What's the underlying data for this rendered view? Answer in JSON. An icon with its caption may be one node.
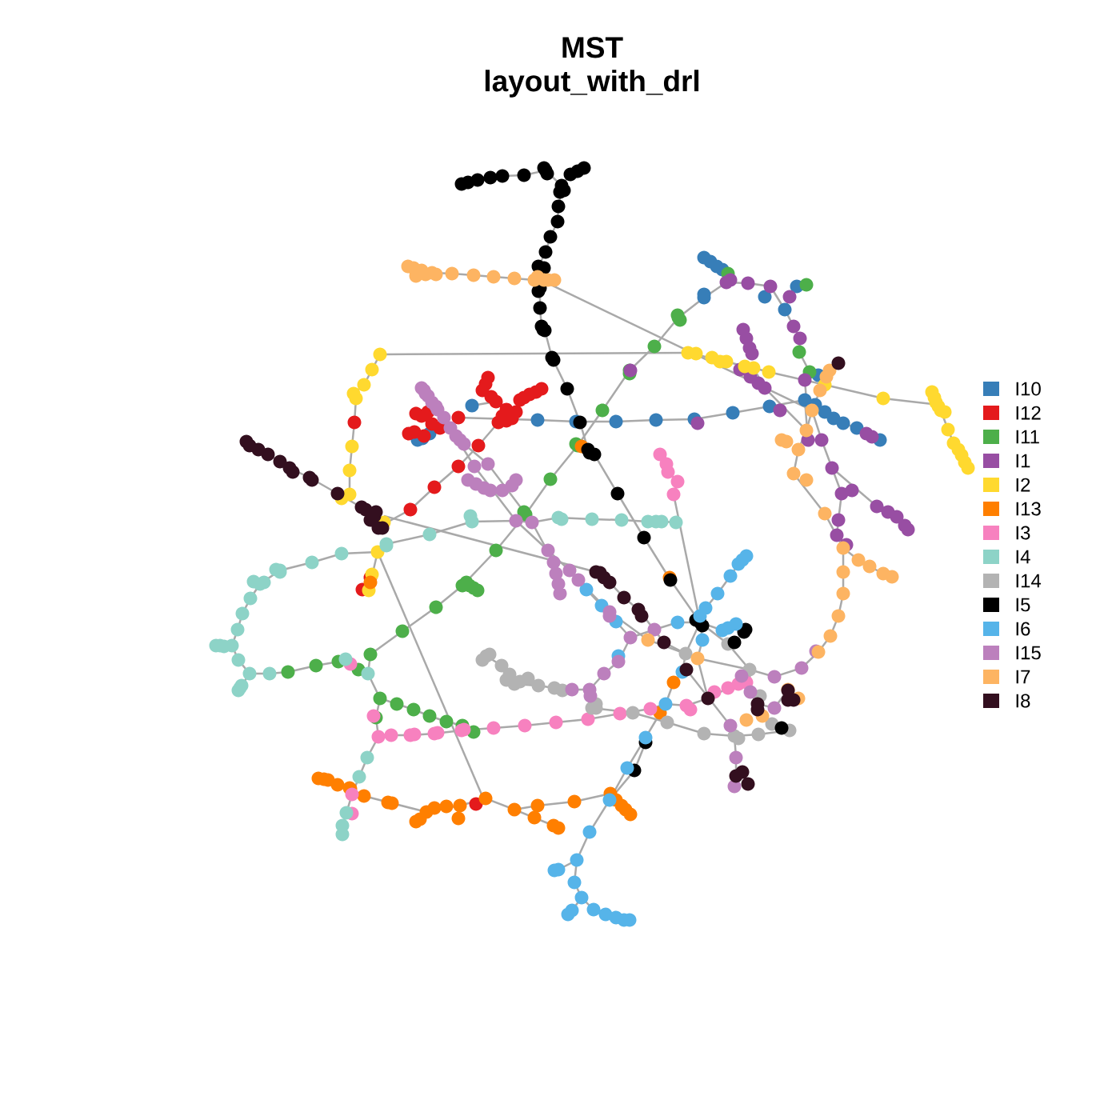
{
  "diagram": {
    "title": "MST layout_with_drl",
    "legend": [
      {
        "text": "I10",
        "color": "#377eb8"
      },
      {
        "text": "I12",
        "color": "#e41a1c"
      },
      {
        "text": "I11",
        "color": "#4daf4a"
      },
      {
        "text": "I1",
        "color": "#984ea3"
      },
      {
        "text": "I2",
        "color": "#ffd92f"
      },
      {
        "text": "I13",
        "color": "#ff7f00"
      },
      {
        "text": "I3",
        "color": "#f781bf"
      },
      {
        "text": "I4",
        "color": "#8dd3c7"
      },
      {
        "text": "I14",
        "color": "#b3b3b3"
      },
      {
        "text": "I5",
        "color": "#000000"
      },
      {
        "text": "I6",
        "color": "#56b4e9"
      },
      {
        "text": "I15",
        "color": "#bc80bd"
      },
      {
        "text": "I7",
        "color": "#fdb462"
      },
      {
        "text": "I8",
        "color": "#330f1f"
      }
    ]
  }
}
